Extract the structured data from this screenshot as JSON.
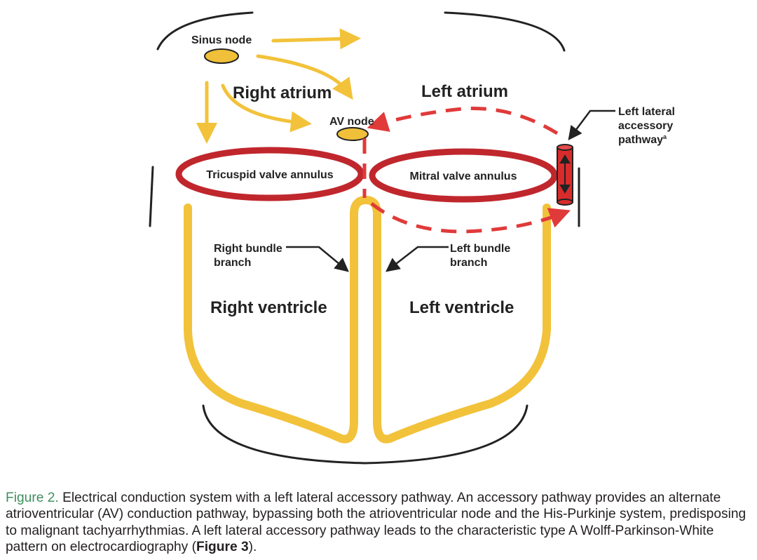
{
  "diagram": {
    "labels": {
      "sinus_node": "Sinus node",
      "right_atrium": "Right atrium",
      "left_atrium": "Left atrium",
      "av_node": "AV node",
      "tricuspid": "Tricuspid valve annulus",
      "mitral": "Mitral valve annulus",
      "accessory_line1": "Left lateral",
      "accessory_line2": "accessory",
      "accessory_line3": "pathway",
      "accessory_sup": "a",
      "rbb_line1": "Right bundle",
      "rbb_line2": "branch",
      "lbb_line1": "Left bundle",
      "lbb_line2": "branch",
      "right_ventricle": "Right ventricle",
      "left_ventricle": "Left ventricle"
    },
    "colors": {
      "conduction": "#f2c23a",
      "node": "#f0c03a",
      "annulus": "#c0272d",
      "pathway": "#e03a3a",
      "outline": "#222222"
    }
  },
  "caption": {
    "figure_label": "Figure 2.",
    "text_before": " Electrical conduction system with a left lateral accessory pathway. An accessory pathway provides an alternate atrioventricular (AV) conduction pathway, bypassing both the atrioventricular node and the His-Purkinje system, predisposing to malignant tachyarrhythmias. A left lateral accessory pathway leads to the characteristic type A Wolff-Parkinson-White pattern on electrocardiography (",
    "ref": "Figure 3",
    "text_after": ")."
  }
}
